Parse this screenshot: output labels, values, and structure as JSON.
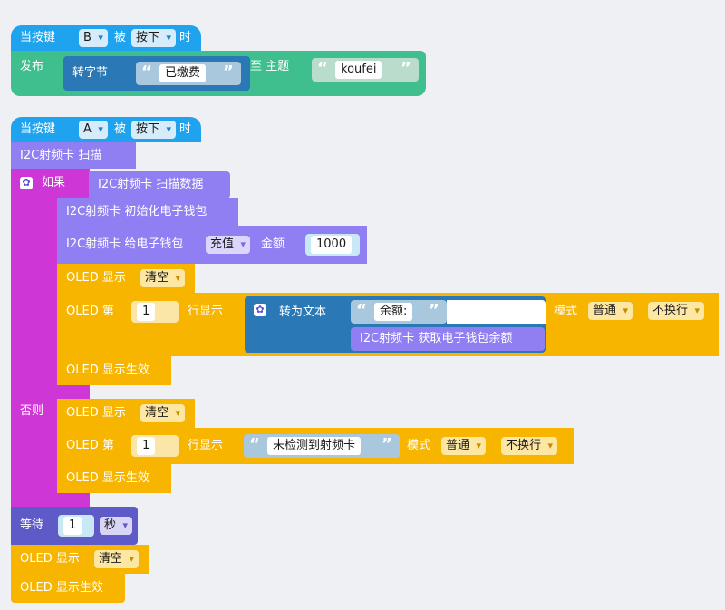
{
  "colors": {
    "event": "#1fa3ee",
    "mqtt": "#3fbf8e",
    "i2c": "#8f7ff2",
    "control": "#cf36d6",
    "wait": "#5e5bc9",
    "oled": "#f7b500",
    "text": "#2a79b6"
  },
  "script1": {
    "prefix": "当按键",
    "key": "B",
    "middle": "被",
    "action": "按下",
    "suffix": "时",
    "publish": "发布",
    "to_bytes": "转字节",
    "payload": "已缴费",
    "to_topic": "至 主题",
    "topic": "koufei"
  },
  "script2": {
    "prefix": "当按键",
    "key": "A",
    "middle": "被",
    "action": "按下",
    "suffix": "时",
    "scan": "I2C射频卡 扫描",
    "if": "如果",
    "scan_data": "I2C射频卡 扫描数据",
    "init_wallet": "I2C射频卡 初始化电子钱包",
    "wallet_op": "I2C射频卡 给电子钱包",
    "wallet_mode": "充值",
    "amount_label": "金额",
    "amount": "1000",
    "oled_clear_label": "OLED 显示",
    "clear": "清空",
    "oled_line_prefix": "OLED 第",
    "line_no": "1",
    "line_suffix": "行显示",
    "to_text": "转为文本",
    "balance_label": "余额:",
    "get_balance": "I2C射频卡 获取电子钱包余额",
    "mode_label": "模式",
    "mode": "普通",
    "wrap": "不换行",
    "oled_show": "OLED 显示生效",
    "else": "否则",
    "no_card": "未检测到射频卡",
    "wait": "等待",
    "wait_value": "1",
    "wait_unit": "秒"
  }
}
